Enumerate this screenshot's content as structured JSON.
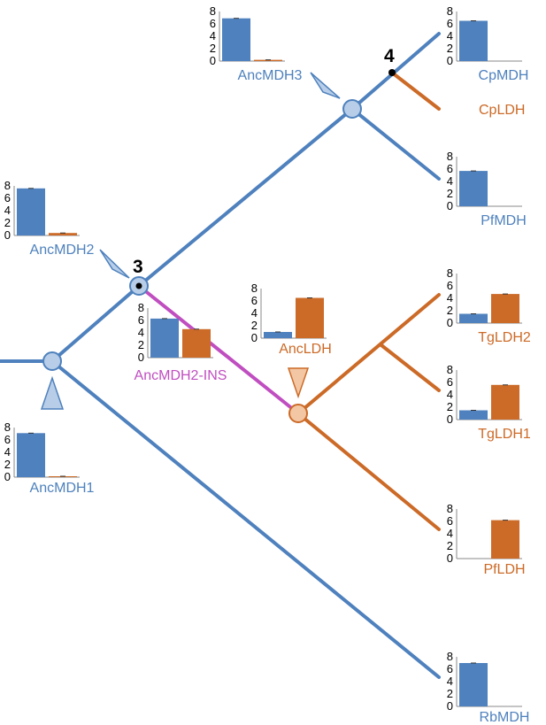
{
  "colors": {
    "mdh": "#4e81bd",
    "ldh": "#cc6a27",
    "ins": "#c04ec0",
    "node_fill": "#b7cde8",
    "ldh_node_fill": "#f3c7a3",
    "axis": "#888888"
  },
  "node_labels": {
    "n3": "3",
    "n4": "4"
  },
  "chart_data": [
    {
      "type": "bar",
      "name": "AncMDH3",
      "label_color": "mdh",
      "ylim": [
        0,
        8
      ],
      "yticks": [
        "0",
        "2",
        "4",
        "6",
        "8"
      ],
      "values": [
        6.9,
        0.2
      ]
    },
    {
      "type": "bar",
      "name": "CpMDH",
      "label_color": "mdh",
      "ylim": [
        0,
        8
      ],
      "yticks": [
        "0",
        "2",
        "4",
        "6",
        "8"
      ],
      "values": [
        6.5,
        0
      ]
    },
    {
      "type": "bar",
      "name": "PfMDH",
      "label_color": "mdh",
      "ylim": [
        0,
        8
      ],
      "yticks": [
        "0",
        "2",
        "4",
        "6",
        "8"
      ],
      "values": [
        5.7,
        0
      ]
    },
    {
      "type": "bar",
      "name": "AncMDH2",
      "label_color": "mdh",
      "ylim": [
        0,
        8
      ],
      "yticks": [
        "0",
        "2",
        "4",
        "6",
        "8"
      ],
      "values": [
        7.6,
        0.4
      ]
    },
    {
      "type": "bar",
      "name": "AncMDH2-INS",
      "label_color": "ins",
      "ylim": [
        0,
        8
      ],
      "yticks": [
        "0",
        "2",
        "4",
        "6",
        "8"
      ],
      "values": [
        6.3,
        4.6
      ]
    },
    {
      "type": "bar",
      "name": "AncLDH",
      "label_color": "ldh",
      "ylim": [
        0,
        8
      ],
      "yticks": [
        "0",
        "2",
        "4",
        "6",
        "8"
      ],
      "values": [
        1.0,
        6.5
      ]
    },
    {
      "type": "bar",
      "name": "TgLDH2",
      "label_color": "ldh",
      "ylim": [
        0,
        8
      ],
      "yticks": [
        "0",
        "2",
        "4",
        "6",
        "8"
      ],
      "values": [
        1.5,
        4.7
      ]
    },
    {
      "type": "bar",
      "name": "TgLDH1",
      "label_color": "ldh",
      "ylim": [
        0,
        8
      ],
      "yticks": [
        "0",
        "2",
        "4",
        "6",
        "8"
      ],
      "values": [
        1.5,
        5.6
      ]
    },
    {
      "type": "bar",
      "name": "PfLDH",
      "label_color": "ldh",
      "ylim": [
        0,
        8
      ],
      "yticks": [
        "0",
        "2",
        "4",
        "6",
        "8"
      ],
      "values": [
        0,
        6.2
      ]
    },
    {
      "type": "bar",
      "name": "AncMDH1",
      "label_color": "mdh",
      "ylim": [
        0,
        8
      ],
      "yticks": [
        "0",
        "2",
        "4",
        "6",
        "8"
      ],
      "values": [
        7.1,
        0.1
      ]
    },
    {
      "type": "bar",
      "name": "RbMDH",
      "label_color": "mdh",
      "ylim": [
        0,
        8
      ],
      "yticks": [
        "0",
        "2",
        "4",
        "6",
        "8"
      ],
      "values": [
        7.0,
        0
      ]
    }
  ],
  "standalone_labels": [
    {
      "text": "CpLDH",
      "color": "ldh"
    }
  ]
}
